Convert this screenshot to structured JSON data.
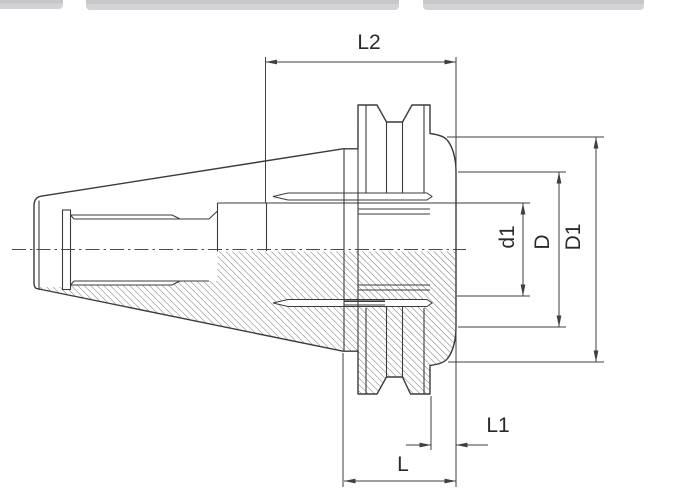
{
  "header": {
    "partial_buttons": [
      {
        "id": "button-1",
        "label": ""
      },
      {
        "id": "button-2",
        "label": ""
      },
      {
        "id": "button-3",
        "label": ""
      }
    ]
  },
  "diagram": {
    "type": "engineering-drawing-cross-section",
    "dimension_labels": {
      "l2": "L2",
      "d1": "d1",
      "d": "D",
      "d1_major": "D1",
      "l1": "L1",
      "l": "L"
    },
    "colors": {
      "outline": "#3b3b3b",
      "hatch": "#505050",
      "dimension_line": "#3f3f3f",
      "centerline": "#4a4a4a",
      "label_text": "#2a2a2a",
      "top_bar": "#d1d1d4",
      "background": "#ffffff"
    }
  }
}
